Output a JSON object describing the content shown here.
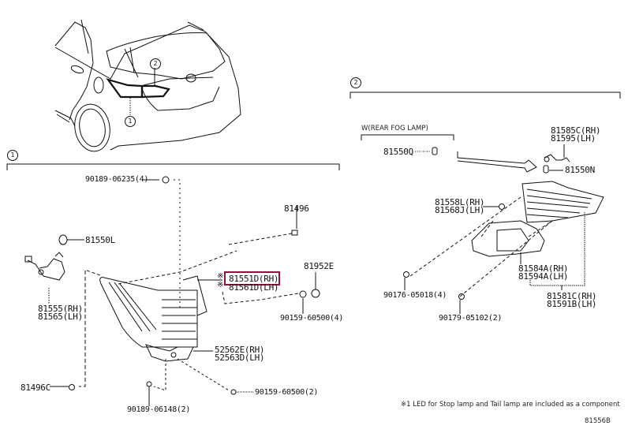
{
  "diagram": {
    "section_markers": {
      "s1": "1",
      "s2": "2"
    },
    "car_callouts": {
      "c1": "1",
      "c2": "2"
    },
    "section1": {
      "labels": {
        "bolt_top": "90189-06235(4)",
        "grommet": "81496",
        "bulb": "81550L",
        "socket_rh": "81555(RH)",
        "socket_lh": "81565(LH)",
        "lamp_rh": "81551D(RH)",
        "lamp_lh": "81561D(LH)",
        "lamp_mark": "※",
        "cap": "81952E",
        "nut_right": "90159-60500(4)",
        "retainer_rh": "52562E(RH)",
        "retainer_lh": "52563D(LH)",
        "clip_left": "81496C",
        "nut_bottom": "90159-60500(2)",
        "bolt_bottom": "90189-06148(2)"
      },
      "highlighted_part": "81551D(RH)",
      "highlight_color": "#8a1538"
    },
    "section2": {
      "fog_lamp_title": "W(REAR FOG LAMP)",
      "labels": {
        "fog_bulb": "81550Q",
        "socket_rh": "81585C(RH)",
        "socket_lh": "81595(LH)",
        "bulb": "81550N",
        "clip_rh": "81558L(RH)",
        "clip_lh": "81568J(LH)",
        "gasket_rh": "81584A(RH)",
        "gasket_lh": "81594A(LH)",
        "lamp_rh": "81581C(RH)",
        "lamp_lh": "81591B(LH)",
        "nut_left": "90176-05018(4)",
        "nut_bottom": "90179-05102(2)"
      }
    },
    "footnote": "※1 LED for Stop lamp and Tail lamp are included as a component",
    "diagram_id": "81556B"
  }
}
